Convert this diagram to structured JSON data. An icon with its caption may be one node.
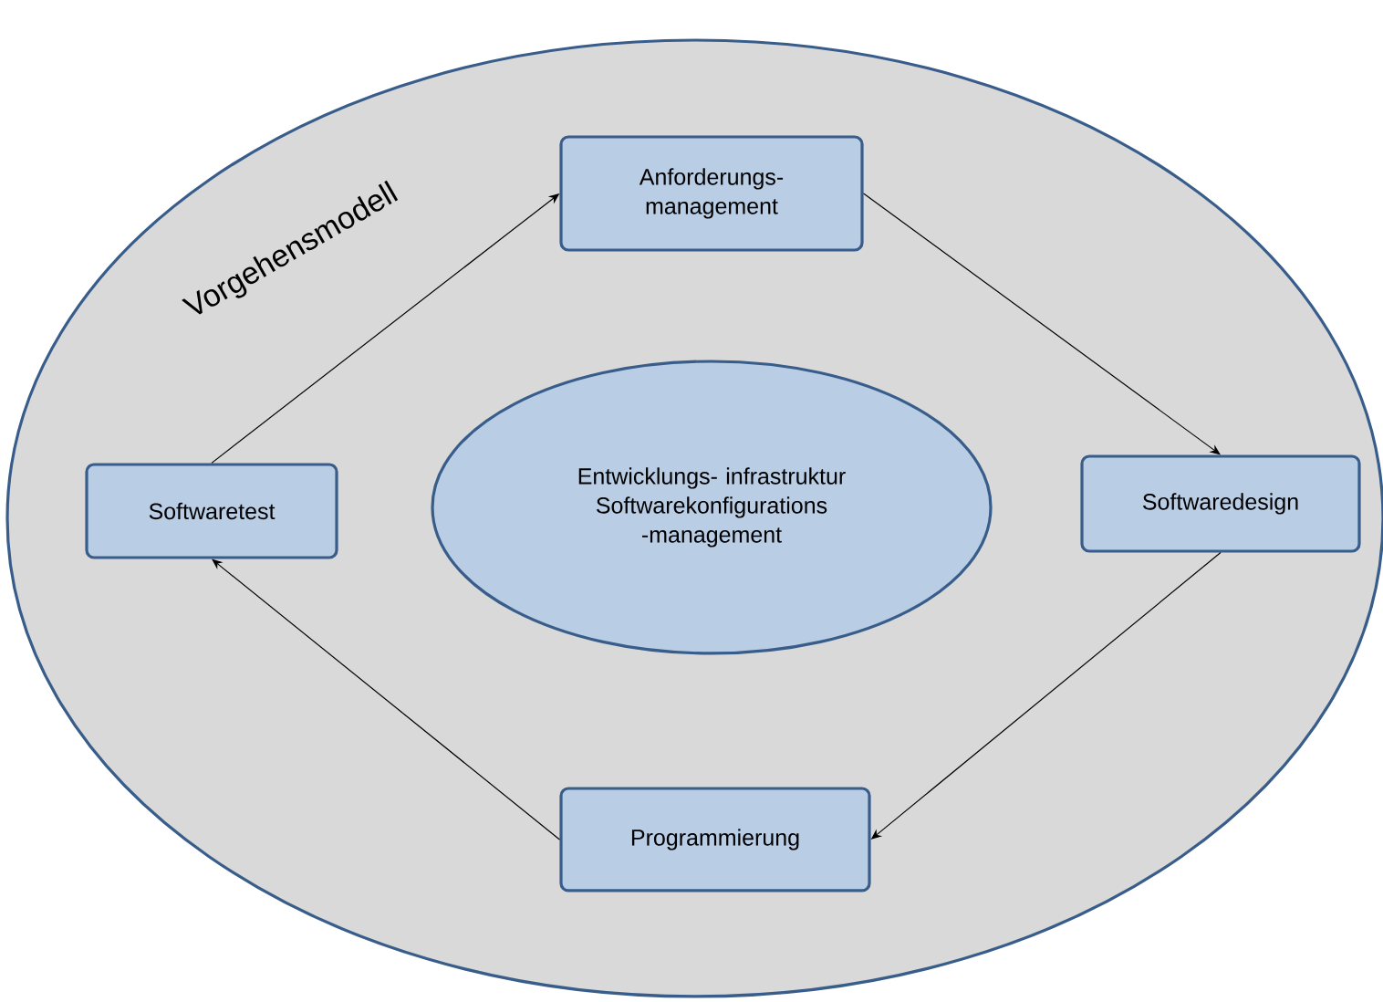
{
  "diagram": {
    "nodes": [
      {
        "text": [
          "Vorgehensmodell"
        ]
      },
      {
        "text": [
          "Anforderungs- management"
        ],
        "in": 0
      },
      {
        "text": [
          "Softwaredesign"
        ],
        "in": 0
      },
      {
        "text": [
          "Programmierung"
        ],
        "in": 0
      },
      {
        "text": [
          "Softwaretest"
        ],
        "in": 0
      },
      {
        "text": [
          "Entwicklungs- infrastruktur",
          "Softwarekonfigurations -management"
        ],
        "in": 0
      }
    ],
    "edges": [
      {
        "from": 4,
        "to": 1,
        "arrow": "to"
      },
      {
        "from": 1,
        "to": 2,
        "arrow": "to"
      },
      {
        "from": 2,
        "to": 3,
        "arrow": "to"
      },
      {
        "from": 3,
        "to": 4,
        "arrow": "to"
      }
    ]
  }
}
